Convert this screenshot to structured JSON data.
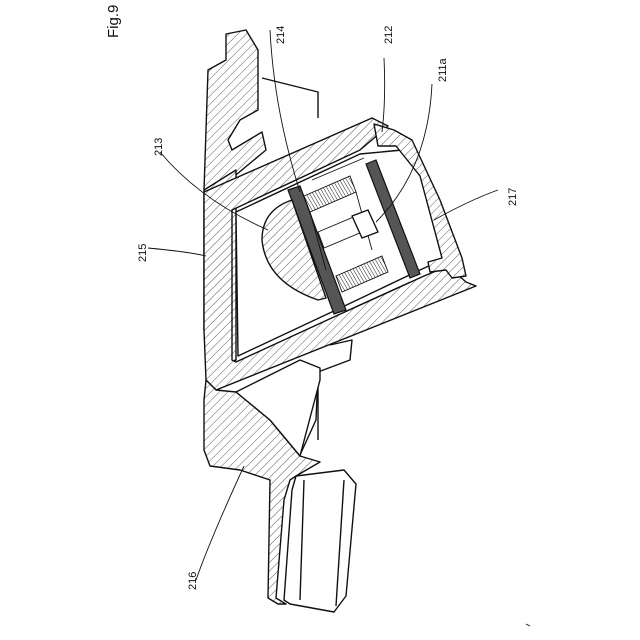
{
  "figure": {
    "title": "Fig.9",
    "labels": {
      "l212": "212",
      "l211a": "211a",
      "l213": "213",
      "l214": "214",
      "l215": "215",
      "l216": "216",
      "l217": "217"
    }
  },
  "colors": {
    "ink": "#111111",
    "paper": "#ffffff",
    "hatch": "#333333"
  }
}
